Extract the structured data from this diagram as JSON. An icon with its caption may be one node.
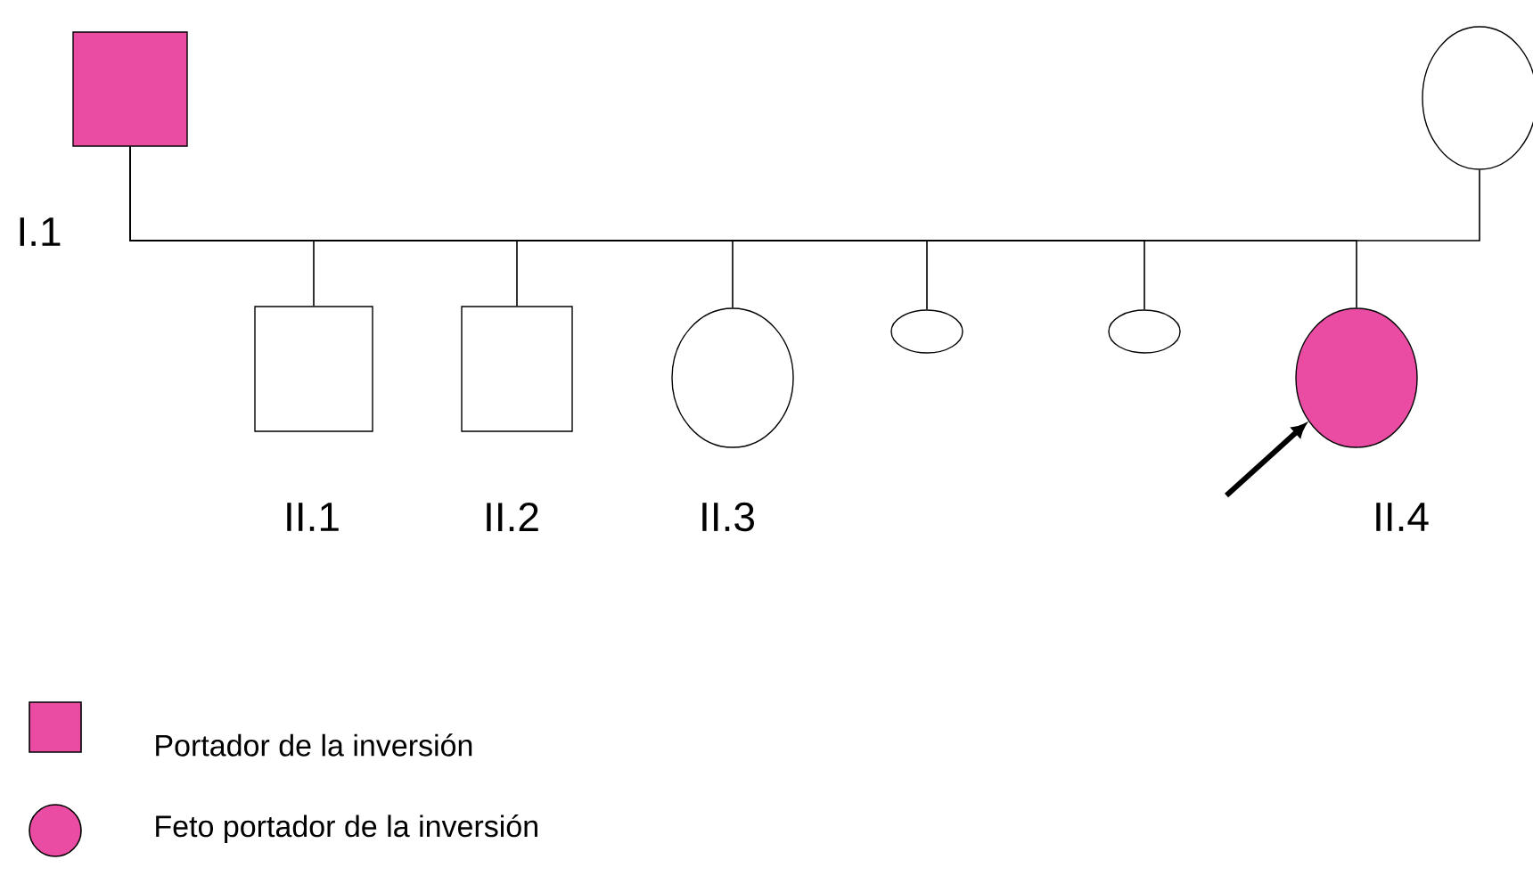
{
  "diagram": {
    "nodes": [
      {
        "text": [],
        "shape": "box",
        "beside": [
          "I.1"
        ]
      },
      {
        "text": [],
        "shape": "circle"
      },
      {
        "text": [],
        "shape": "box",
        "beside": [
          "II.1"
        ]
      },
      {
        "text": [],
        "shape": "box",
        "beside": [
          "II.2"
        ]
      },
      {
        "text": [],
        "shape": "circle",
        "beside": [
          "II.3"
        ]
      },
      {
        "text": [],
        "shape": "circle"
      },
      {
        "text": [],
        "shape": "circle"
      },
      {
        "text": [],
        "shape": "circle",
        "beside": [
          "II.4"
        ]
      }
    ],
    "edges": [
      {
        "from": 0,
        "to": 1,
        "arrow": "none"
      },
      {
        "from": 0,
        "to": 2,
        "arrow": "none"
      },
      {
        "from": 0,
        "to": 3,
        "arrow": "none"
      },
      {
        "from": 0,
        "to": 4,
        "arrow": "none"
      },
      {
        "from": 0,
        "to": 5,
        "arrow": "none"
      },
      {
        "from": 0,
        "to": 6,
        "arrow": "none"
      },
      {
        "from": 0,
        "to": 7,
        "arrow": "none"
      },
      {
        "from": null,
        "to": 7,
        "arrow": "to",
        "style": "thick"
      }
    ],
    "legend": [
      {
        "text": "Portador de la inversión",
        "color": "#ea4ca4"
      },
      {
        "text": "Feto portador de la inversión",
        "color": "#ea4ca4"
      }
    ]
  }
}
